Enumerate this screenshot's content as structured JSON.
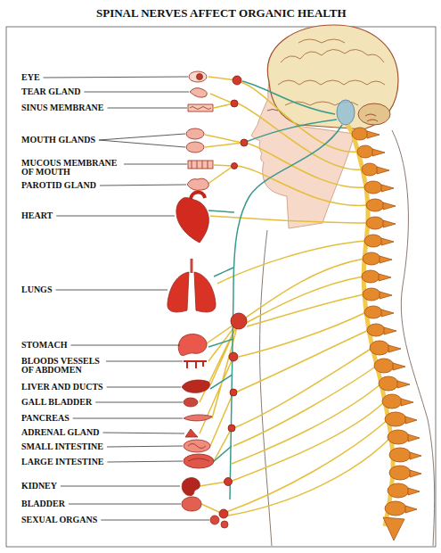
{
  "diagram": {
    "title": "SPINAL NERVES AFFECT ORGANIC HEALTH",
    "labels": [
      "EYE",
      "TEAR GLAND",
      "SINUS MEMBRANE",
      "MOUTH GLANDS",
      "MUCOUS MEMBRANE OF MOUTH",
      "PAROTID GLAND",
      "HEART",
      "LUNGS",
      "STOMACH",
      "BLOODS VESSELS OF ABDOMEN",
      "LIVER AND DUCTS",
      "GALL BLADDER",
      "PANCREAS",
      "ADRENAL GLAND",
      "SMALL INTESTINE",
      "LARGE INTESTINE",
      "KIDNEY",
      "BLADDER",
      "SEXUAL ORGANS"
    ]
  }
}
